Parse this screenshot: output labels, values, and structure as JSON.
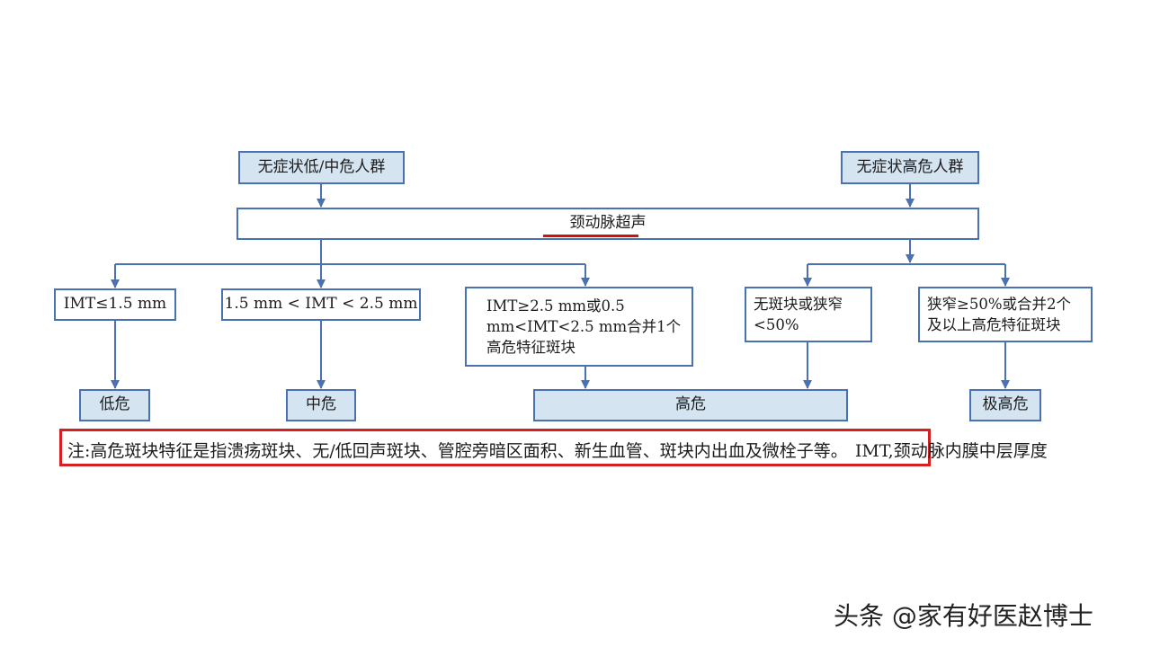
{
  "diagram": {
    "top_left": "无症状低/中危人群",
    "top_right": "无症状高危人群",
    "main": "颈动脉超声",
    "criteria": [
      "IMT≤1.5 mm",
      "1.5 mm < IMT < 2.5 mm",
      "IMT≥2.5 mm或0.5 mm<IMT<2.5 mm合并1个高危特征斑块",
      "无斑块或狭窄<50%",
      "狭窄≥50%或合并2个及以上高危特征斑块"
    ],
    "risk": [
      "低危",
      "中危",
      "高危",
      "极高危"
    ]
  },
  "note": {
    "highlighted": "注:高危斑块特征是指溃疡斑块、无/低回声斑块、管腔旁暗区面积、新生血管、斑块内出血及微栓子等。",
    "rest": "IMT,颈动脉内膜中层厚度"
  },
  "watermark": "头条 @家有好医赵博士",
  "colors": {
    "border": "#4a72b2",
    "fill": "#d5e4f1",
    "highlight": "#d42020"
  }
}
